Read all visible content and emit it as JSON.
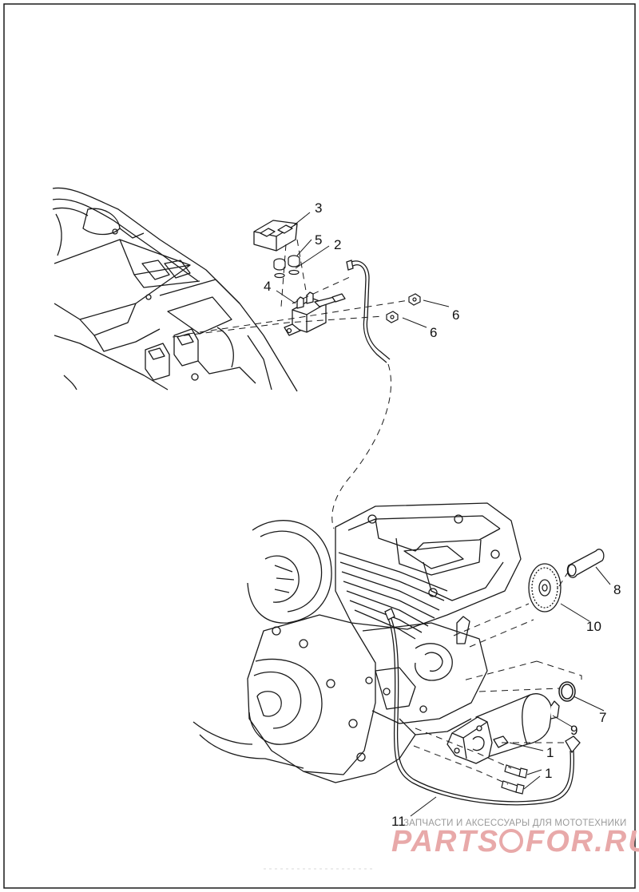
{
  "callouts": {
    "c1a": "1",
    "c1b": "1",
    "c2": "2",
    "c3": "3",
    "c4": "4",
    "c5": "5",
    "c6a": "6",
    "c6b": "6",
    "c7": "7",
    "c8": "8",
    "c9": "9",
    "c10": "10",
    "c11": "11"
  },
  "watermark": {
    "tagline": "ЗАПЧАСТИ И АКСЕССУАРЫ ДЛЯ МОТОТЕХНИКИ",
    "brand_left": "PARTS",
    "brand_right": "FOR.RU"
  },
  "colors": {
    "line": "#1a1a1a",
    "watermark": "#e8a9a9"
  }
}
